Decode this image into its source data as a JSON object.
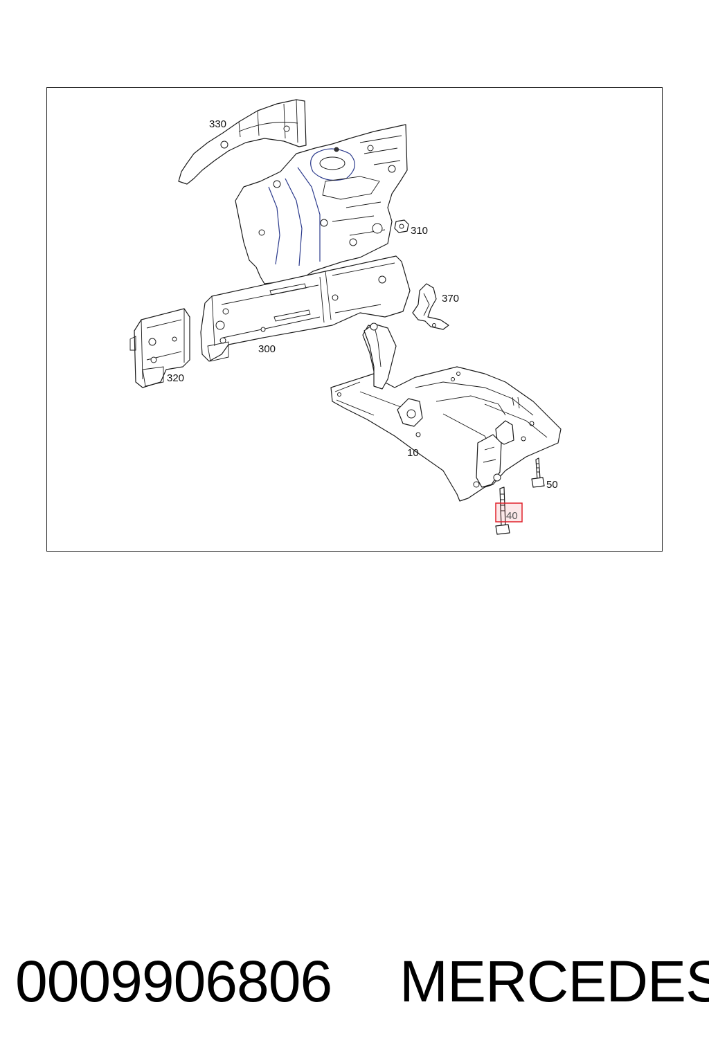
{
  "diagram": {
    "callouts": {
      "c330": "330",
      "c310": "310",
      "c370": "370",
      "c300": "300",
      "c320": "320",
      "c10": "10",
      "c50": "50",
      "c40": "40"
    },
    "highlighted_callout": "40",
    "highlight_color": "#e0202a"
  },
  "caption": {
    "part_number": "0009906806",
    "brand": "MERCEDES"
  }
}
